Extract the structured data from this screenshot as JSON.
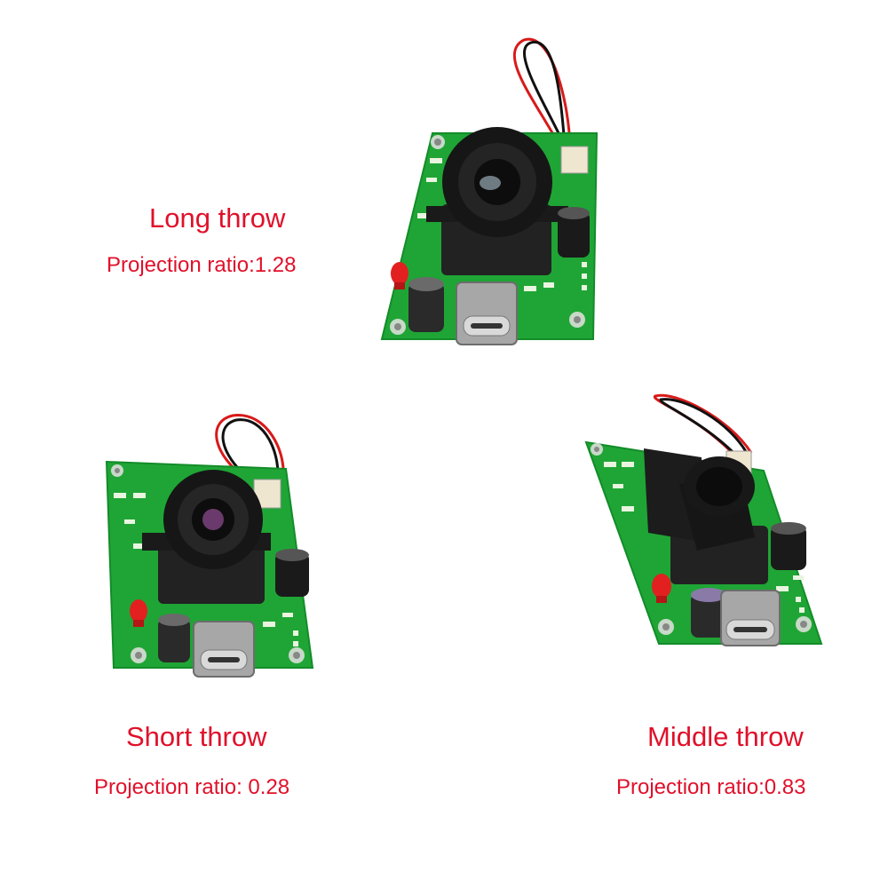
{
  "modules": [
    {
      "name": "Long throw",
      "ratio_label": "Projection ratio:",
      "ratio_value": "1.28"
    },
    {
      "name": "Short throw",
      "ratio_label": "Projection ratio:",
      "ratio_value": "0.28"
    },
    {
      "name": "Middle throw",
      "ratio_label": "Projection ratio:",
      "ratio_value": "0.83"
    }
  ],
  "colors": {
    "label": "#e0102a",
    "pcb": "#1fa535",
    "pcb_dark": "#128a28",
    "lens": "#151515",
    "housing": "#222222"
  }
}
